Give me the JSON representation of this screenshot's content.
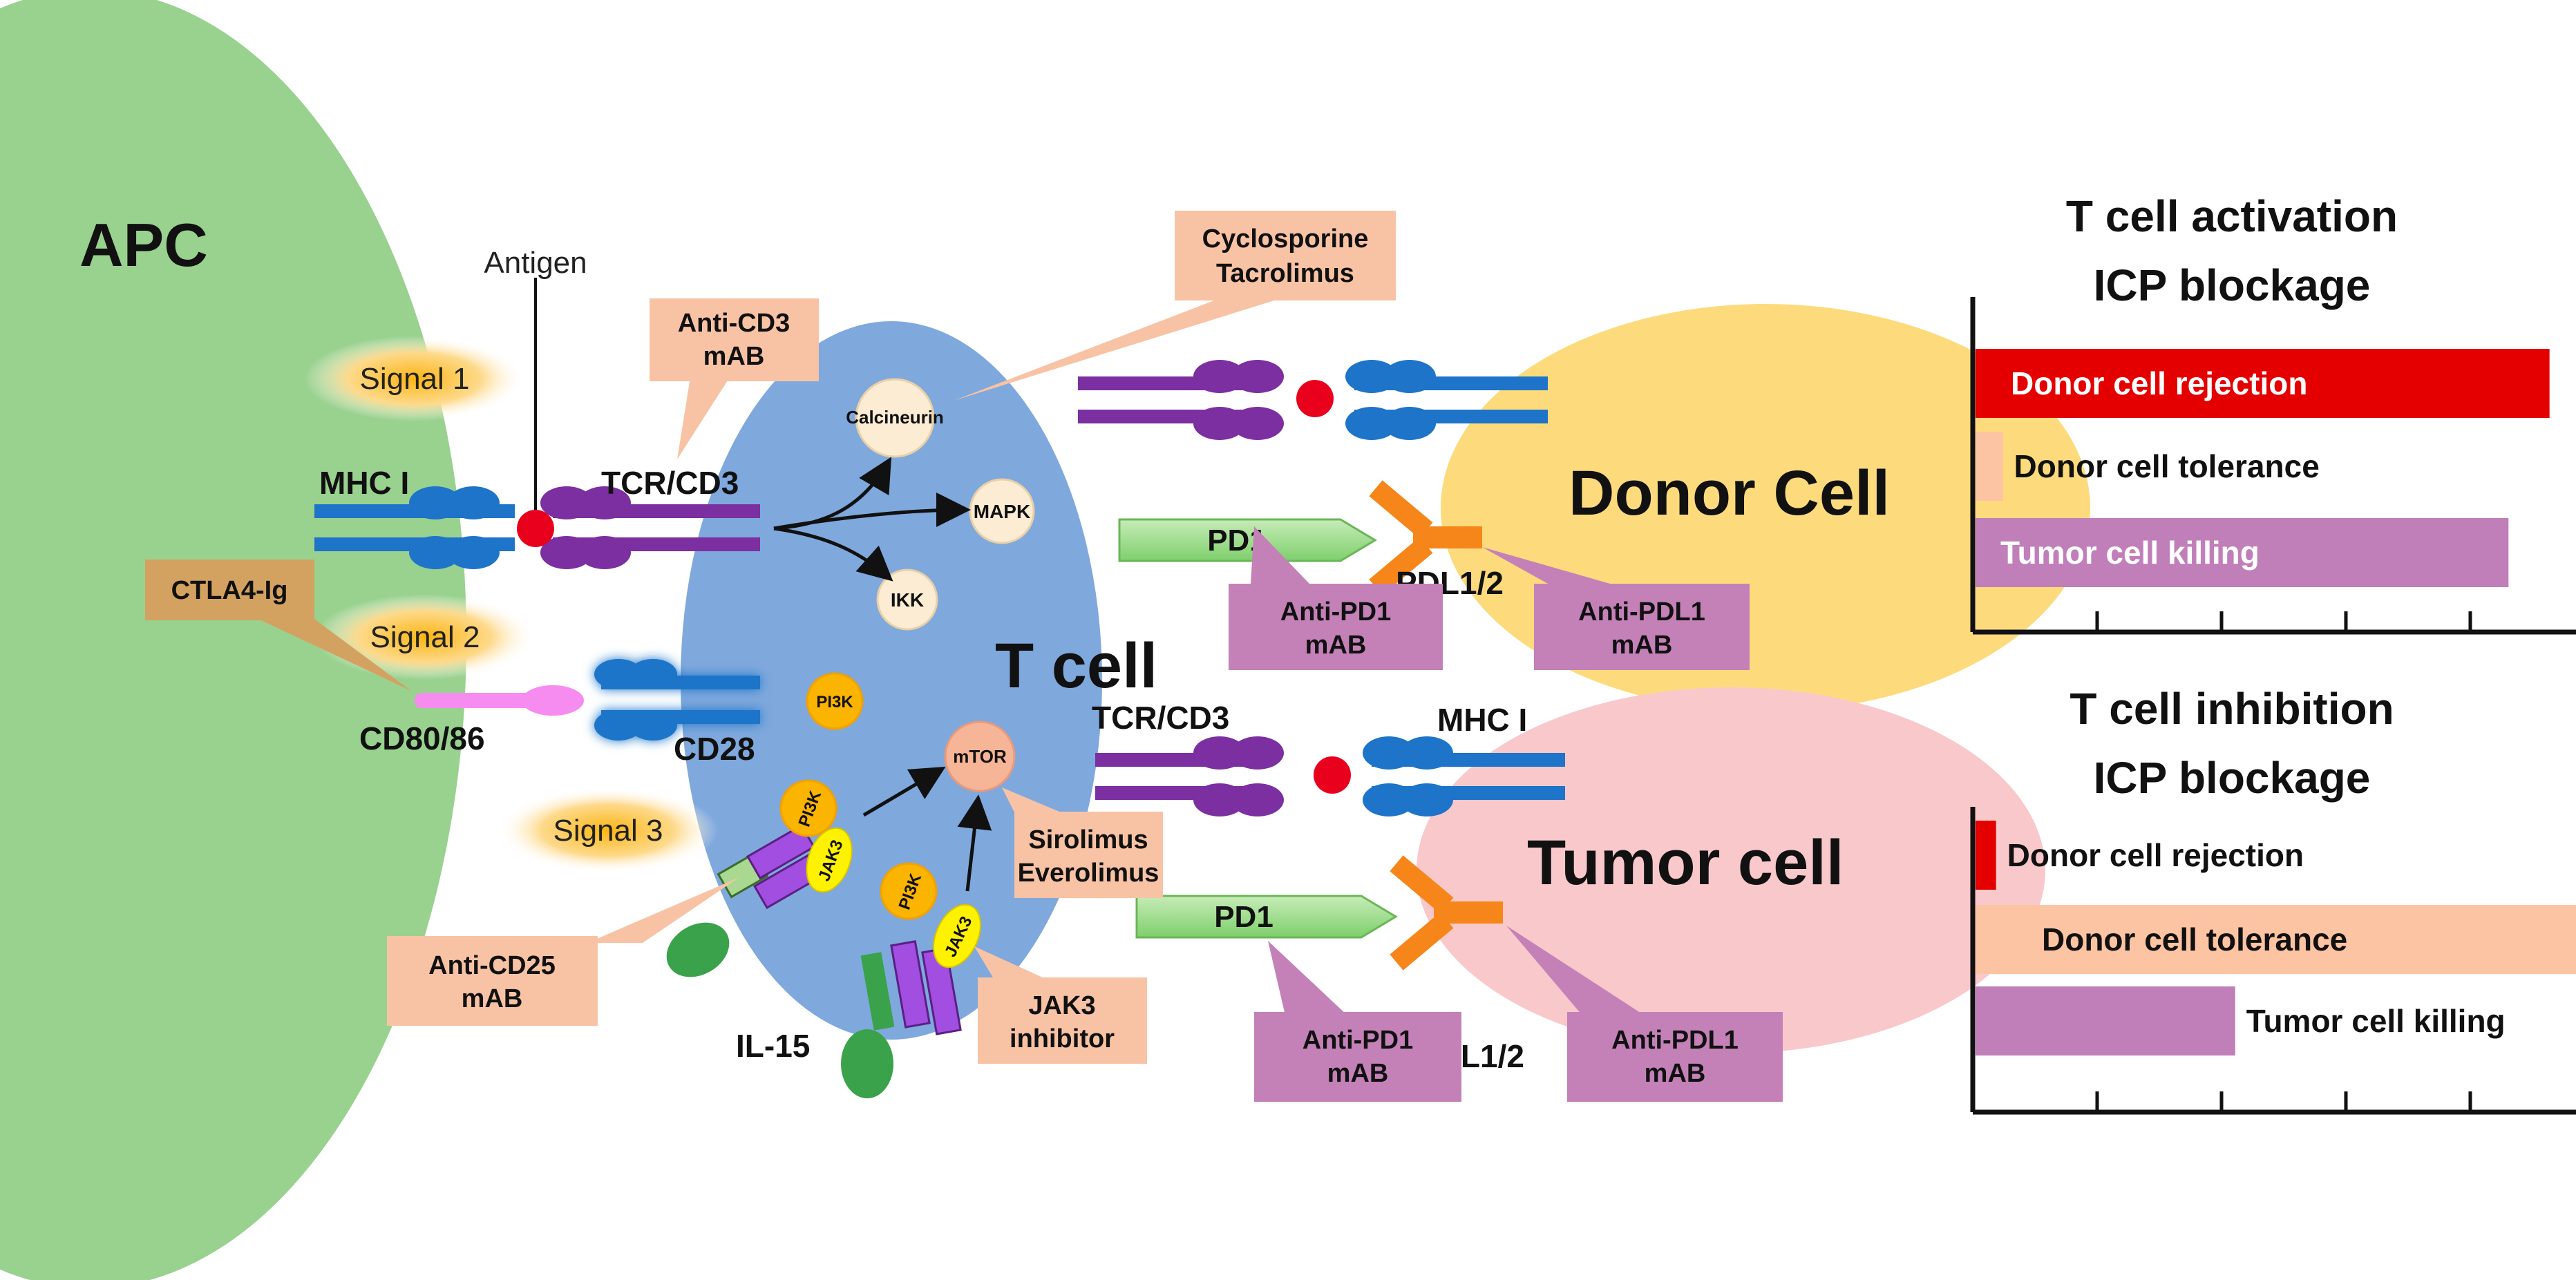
{
  "labels": {
    "apc": "APC",
    "antigen": "Antigen",
    "signal1": "Signal 1",
    "signal2": "Signal 2",
    "signal3": "Signal 3",
    "mhc_i_apc": "MHC I",
    "tcr_cd3_top": "TCR/CD3",
    "cd80_86": "CD80/86",
    "cd28": "CD28",
    "il15": "IL-15",
    "t_cell": "T cell",
    "calcineurin": "Calcineurin",
    "mapk": "MAPK",
    "ikk": "IKK",
    "pi3k_a": "PI3K",
    "pi3k_b": "PI3K",
    "pi3k_c": "PI3K",
    "jak3_a": "JAK3",
    "jak3_b": "JAK3",
    "mtor": "mTOR",
    "donor_cell": "Donor Cell",
    "tumor_cell": "Tumor cell",
    "pd1_top": "PD1",
    "pd1_bottom": "PD1",
    "pdl_top": "PDL1/2",
    "pdl_bottom": "PDL1/2",
    "tcr_cd3_bottom": "TCR/CD3",
    "mhc_i_bottom": "MHC I"
  },
  "drug_boxes": {
    "cyclosporine": [
      "Cyclosporine",
      "Tacrolimus"
    ],
    "anti_cd3": [
      "Anti-CD3",
      "mAB"
    ],
    "ctla4": [
      "CTLA4-Ig"
    ],
    "anti_pd1_top": [
      "Anti-PD1",
      "mAB"
    ],
    "anti_pdl1_top": [
      "Anti-PDL1",
      "mAB"
    ],
    "sirolimus": [
      "Sirolimus",
      "Everolimus"
    ],
    "anti_cd25": [
      "Anti-CD25",
      "mAB"
    ],
    "jak3_inhibitor": [
      "JAK3",
      "inhibitor"
    ],
    "anti_pd1_bottom": [
      "Anti-PD1",
      "mAB"
    ],
    "anti_pdl1_bottom": [
      "Anti-PDL1",
      "mAB"
    ]
  },
  "colors": {
    "apc": "#99d18f",
    "t_cell": "#7fa8dd",
    "donor_cell": "#fddb7c",
    "tumor_cell": "#f9c8cb",
    "purple_receptor": "#7b2fa0",
    "blue_receptor": "#1d74c8",
    "antigen": "#e8001c",
    "drug_orange": "#f8c3a5",
    "drug_purple": "#c481b8",
    "drug_tan": "#d4a260",
    "rejection_red": "#e50000",
    "tolerance_peach": "#fcc4a2",
    "killing_purple": "#c17fba"
  },
  "chart_data": [
    {
      "type": "bar",
      "title": [
        "T cell activation",
        "ICP blockage"
      ],
      "categories": [
        "Donor cell rejection",
        "Donor cell tolerance",
        "Tumor cell killing"
      ],
      "values": [
        4.2,
        0.2,
        3.9
      ],
      "xlim": [
        0,
        4.5
      ],
      "colors": [
        "#e50000",
        "#fcc4a2",
        "#c17fba"
      ],
      "grid": false
    },
    {
      "type": "bar",
      "title": [
        "T cell inhibition",
        "ICP blockage"
      ],
      "categories": [
        "Donor cell rejection",
        "Donor cell tolerance",
        "Tumor cell killing"
      ],
      "values": [
        0.15,
        4.4,
        1.9
      ],
      "xlim": [
        0,
        4.5
      ],
      "colors": [
        "#e50000",
        "#fcc4a2",
        "#c17fba"
      ],
      "grid": false
    }
  ]
}
